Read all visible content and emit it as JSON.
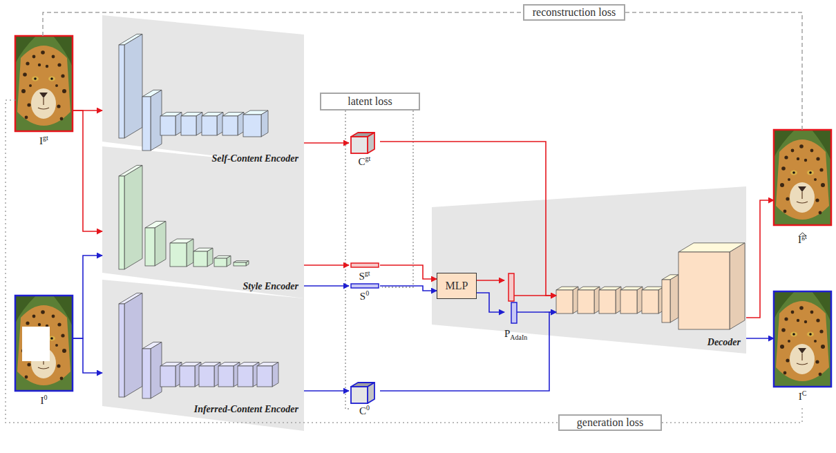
{
  "diagram": {
    "nodes": [
      {
        "text": [
          "reconstruction loss"
        ]
      },
      {
        "text": [
          "Igt"
        ]
      },
      {
        "text": [
          "Self-Content Encoder"
        ]
      },
      {
        "text": [
          "latent loss"
        ]
      },
      {
        "text": [
          "Cgt"
        ]
      },
      {
        "text": [
          "Style Encoder"
        ]
      },
      {
        "text": [
          "Sgt"
        ]
      },
      {
        "text": [
          "S0"
        ]
      },
      {
        "text": [
          "Decoder"
        ]
      },
      {
        "text": [
          "MLP"
        ],
        "in": 8
      },
      {
        "text": [
          "PAdaIn"
        ],
        "in": 8
      },
      {
        "text": [
          "Igt"
        ]
      },
      {
        "text": [
          "I0"
        ]
      },
      {
        "text": [
          "Inferred-Content Encoder"
        ]
      },
      {
        "text": [
          "C0"
        ]
      },
      {
        "text": [
          "IC"
        ]
      },
      {
        "text": [
          "generation loss"
        ]
      }
    ],
    "edges": [
      {
        "from": 1,
        "to": 2,
        "arrow": "to"
      },
      {
        "from": 1,
        "to": 5,
        "arrow": "to"
      },
      {
        "from": 12,
        "to": 5,
        "arrow": "to"
      },
      {
        "from": 12,
        "to": 13,
        "arrow": "to"
      },
      {
        "from": 2,
        "to": 4,
        "arrow": "to"
      },
      {
        "from": 5,
        "to": 6,
        "arrow": "to"
      },
      {
        "from": 5,
        "to": 7,
        "arrow": "to"
      },
      {
        "from": 13,
        "to": 14,
        "arrow": "to"
      },
      {
        "from": 6,
        "to": 9,
        "arrow": "to"
      },
      {
        "from": 7,
        "to": 9,
        "arrow": "to"
      },
      {
        "from": 9,
        "to": 10,
        "arrow": "to"
      },
      {
        "from": 9,
        "to": 10,
        "arrow": "to"
      },
      {
        "from": 10,
        "to": 8,
        "arrow": "to"
      },
      {
        "from": 10,
        "to": 8,
        "arrow": "to"
      },
      {
        "from": 4,
        "to": 8,
        "arrow": "to"
      },
      {
        "from": 14,
        "to": 8,
        "arrow": "to"
      },
      {
        "from": 8,
        "to": 11,
        "arrow": "to"
      },
      {
        "from": 8,
        "to": 15,
        "arrow": "to"
      },
      {
        "from": 1,
        "to": 0,
        "arrow": "none"
      },
      {
        "from": 0,
        "to": 11,
        "arrow": "none"
      },
      {
        "from": 1,
        "to": 16,
        "arrow": "none"
      },
      {
        "from": 16,
        "to": 15,
        "arrow": "none"
      }
    ]
  }
}
